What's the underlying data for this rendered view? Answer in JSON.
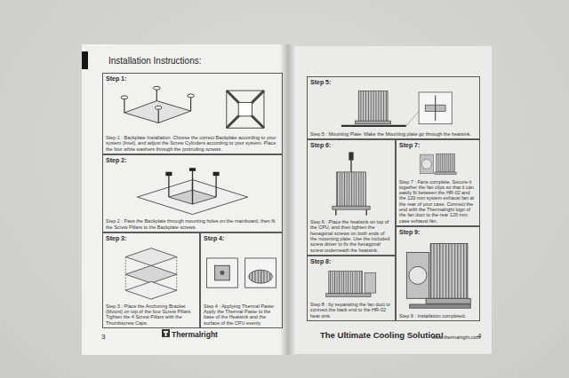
{
  "diagram": {
    "title": "Installation Instructions:",
    "nodes": [
      {
        "text": [
          "Step 1:",
          "Step 1 : Backplate Installation. Choose the correct Backplate according to your system (Intel), and adjust the Screw Cylinders according to your system. Place the four white washers through the protruding screws."
        ]
      },
      {
        "text": [
          "Step 2:",
          "Step 2 : Pass the Backplate through mounting holes on the mainboard, then fit the Screw Pillars to the Backplate screws."
        ]
      },
      {
        "text": [
          "Step 3:",
          "Step 3 : Place the Anchoring Bracket (Mount) on top of the four Screw Pillars. Tighten the 4 Screw Pillars with the Thumbscrew Caps."
        ]
      },
      {
        "text": [
          "Step 4:",
          "Step 4 : Applying Thermal Paste: Apply the Thermal Paste to the base of the Heatsink and the surface of the CPU evenly."
        ]
      },
      {
        "text": [
          "Step 5:",
          "Step 5 : Mounting Plate: Make the Mounting plate go through the heatsink."
        ]
      },
      {
        "text": [
          "Step 6:",
          "Step 6 : Place the heatsink on top of the CPU, and then tighten the hexagonal screws on both ends of the mounting plate. Use the included screw driver to fix the hexagonal screw underneath the heatsink."
        ]
      },
      {
        "text": [
          "Step 7:",
          "Step 7 : Fans complete. Secure it together the fan clips so that it can easily fit between the HR-02 and the 120 mm system exhaust fan at the rear of your case. Connect the end with the Thermalright logo of the fan duct to the rear 120 mm case exhaust fan."
        ]
      },
      {
        "text": [
          "Step 8:",
          "Step 8 : by separating the fan duct to connect the back end to the HR-02 heat sink."
        ]
      },
      {
        "text": [
          "Step 9:",
          "Step 9 : Installation completed."
        ]
      }
    ],
    "labels": [
      "3",
      "Thermalright",
      "The Ultimate Cooling Solution!",
      "www.thermalright.com",
      "4"
    ]
  }
}
